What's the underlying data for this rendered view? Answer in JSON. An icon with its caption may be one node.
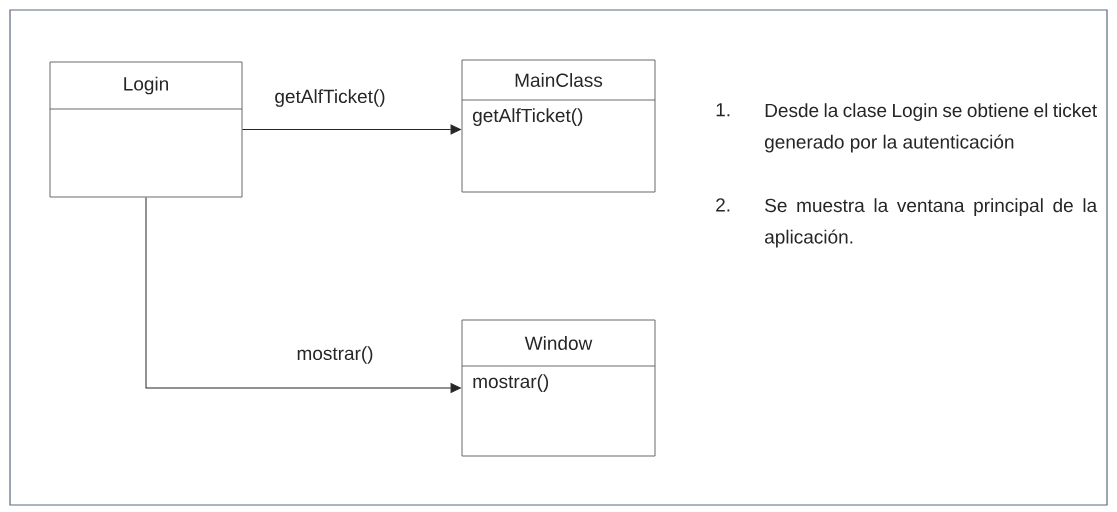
{
  "diagram": {
    "nodes": [
      {
        "text": [
          "Login"
        ]
      },
      {
        "text": [
          "MainClass",
          "getAlfTicket()"
        ]
      },
      {
        "text": [
          "Window",
          "mostrar()"
        ]
      }
    ],
    "edges": [
      {
        "from": 0,
        "to": 1,
        "arrow": "to",
        "label": "getAlfTicket()"
      },
      {
        "from": 0,
        "to": 2,
        "arrow": "to",
        "label": "mostrar()"
      }
    ],
    "labels": [
      "1.",
      "Desde la clase Login se obtiene el ticket generado por la autenticación",
      "2.",
      "Se muestra la ventana principal de la aplicación."
    ]
  }
}
